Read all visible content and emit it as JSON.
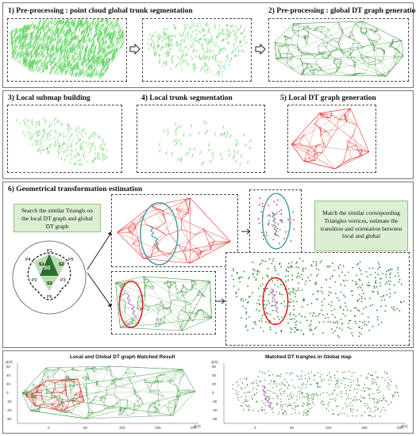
{
  "steps": {
    "s1": "1) Pre-processing : point cloud global trunk segmentation",
    "s2": "2) Pre-processing : global DT graph generation",
    "s3": "3) Local submap building",
    "s4": "4) Local  trunk segmentation",
    "s5": "5) Local DT graph generation",
    "s6": "6) Geometrical transformation estimation"
  },
  "notes": {
    "search": "Search the similar Triangls on the local DT graph and global DT graph",
    "match": "Match the similar corresponding Triangles vertices, estimate the transltion and orientation between local and global"
  },
  "inset": {
    "center": "S0",
    "sub": [
      "S1",
      "S2",
      "S3"
    ],
    "points": [
      "P1",
      "P2",
      "P3",
      "P4",
      "P5",
      "P6"
    ]
  },
  "charts": {
    "left_title": "Local and Global DT graph Matched Result",
    "right_title": "Matched DT trangles in Global map",
    "ylabel": "y[m]",
    "xlabel": "x[m]",
    "left_xticks": [
      "0",
      "50",
      "100",
      "150",
      "200"
    ],
    "left_yticks": [
      "60",
      "40",
      "20",
      "0",
      "-20",
      "-40",
      "-60"
    ],
    "right_xticks": [
      "0",
      "50",
      "100",
      "150",
      "200"
    ],
    "right_yticks": [
      "60",
      "40",
      "20",
      "0",
      "-20",
      "-40",
      "-60"
    ]
  },
  "colors": {
    "green": "#2e8b2e",
    "light_green": "#5fd35f",
    "red": "#e02020",
    "teal": "#4aa3a3",
    "note_bg": "#dcefd2"
  },
  "icons": [
    "right-arrow-icon",
    "curved-arrow-icon"
  ]
}
